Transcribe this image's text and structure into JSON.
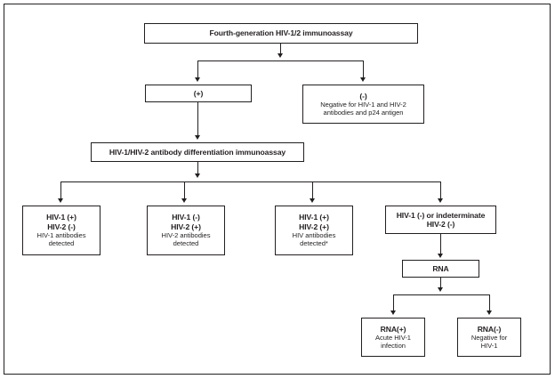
{
  "figure": {
    "title": "HIV testing algorithm flowchart",
    "border_color": "#231f20",
    "background": "#ffffff"
  },
  "nodes": {
    "top_assay": {
      "title": "Fourth-generation HIV-1/2 immunoassay"
    },
    "positive": {
      "title": "(+)"
    },
    "negative": {
      "title": "(-)",
      "line1": "Negative for HIV-1 and HIV-2",
      "line2": "antibodies and p24 antigen"
    },
    "differentiation": {
      "title": "HIV-1/HIV-2 antibody differentiation immunoassay"
    },
    "result1": {
      "title1": "HIV-1 (+)",
      "title2": "HIV-2 (-)",
      "line1": "HIV-1 antibodies",
      "line2": "detected"
    },
    "result2": {
      "title1": "HIV-1 (-)",
      "title2": "HIV-2 (+)",
      "line1": "HIV-2 antibodies",
      "line2": "detected"
    },
    "result3": {
      "title1": "HIV-1 (+)",
      "title2": "HIV-2 (+)",
      "line1": "HIV antibodies",
      "line2": "detected*"
    },
    "result4": {
      "title1": "HIV-1 (-) or indeterminate",
      "title2": "HIV-2 (-)"
    },
    "rna": {
      "title": "RNA"
    },
    "rna_positive": {
      "title": "RNA(+)",
      "line1": "Acute HIV-1",
      "line2": "infection"
    },
    "rna_negative": {
      "title": "RNA(-)",
      "line1": "Negative for",
      "line2": "HIV-1"
    }
  }
}
